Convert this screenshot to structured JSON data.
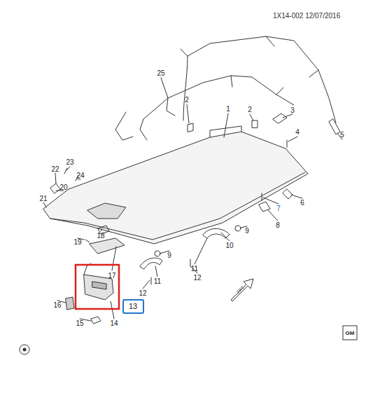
{
  "diagram": {
    "nodes": [
      {
        "text": [
          "13"
        ]
      }
    ],
    "labels": [
      "1X14-002 12/07/2016",
      "25",
      "2",
      "1",
      "2",
      "3",
      "4",
      "5",
      "22",
      "23",
      "24",
      "20",
      "21",
      "6",
      "7",
      "18",
      "19",
      "8",
      "9",
      "10",
      "9",
      "17",
      "11",
      "11",
      "12",
      "12",
      "16",
      "15",
      "14",
      "FRT",
      "GM"
    ]
  }
}
